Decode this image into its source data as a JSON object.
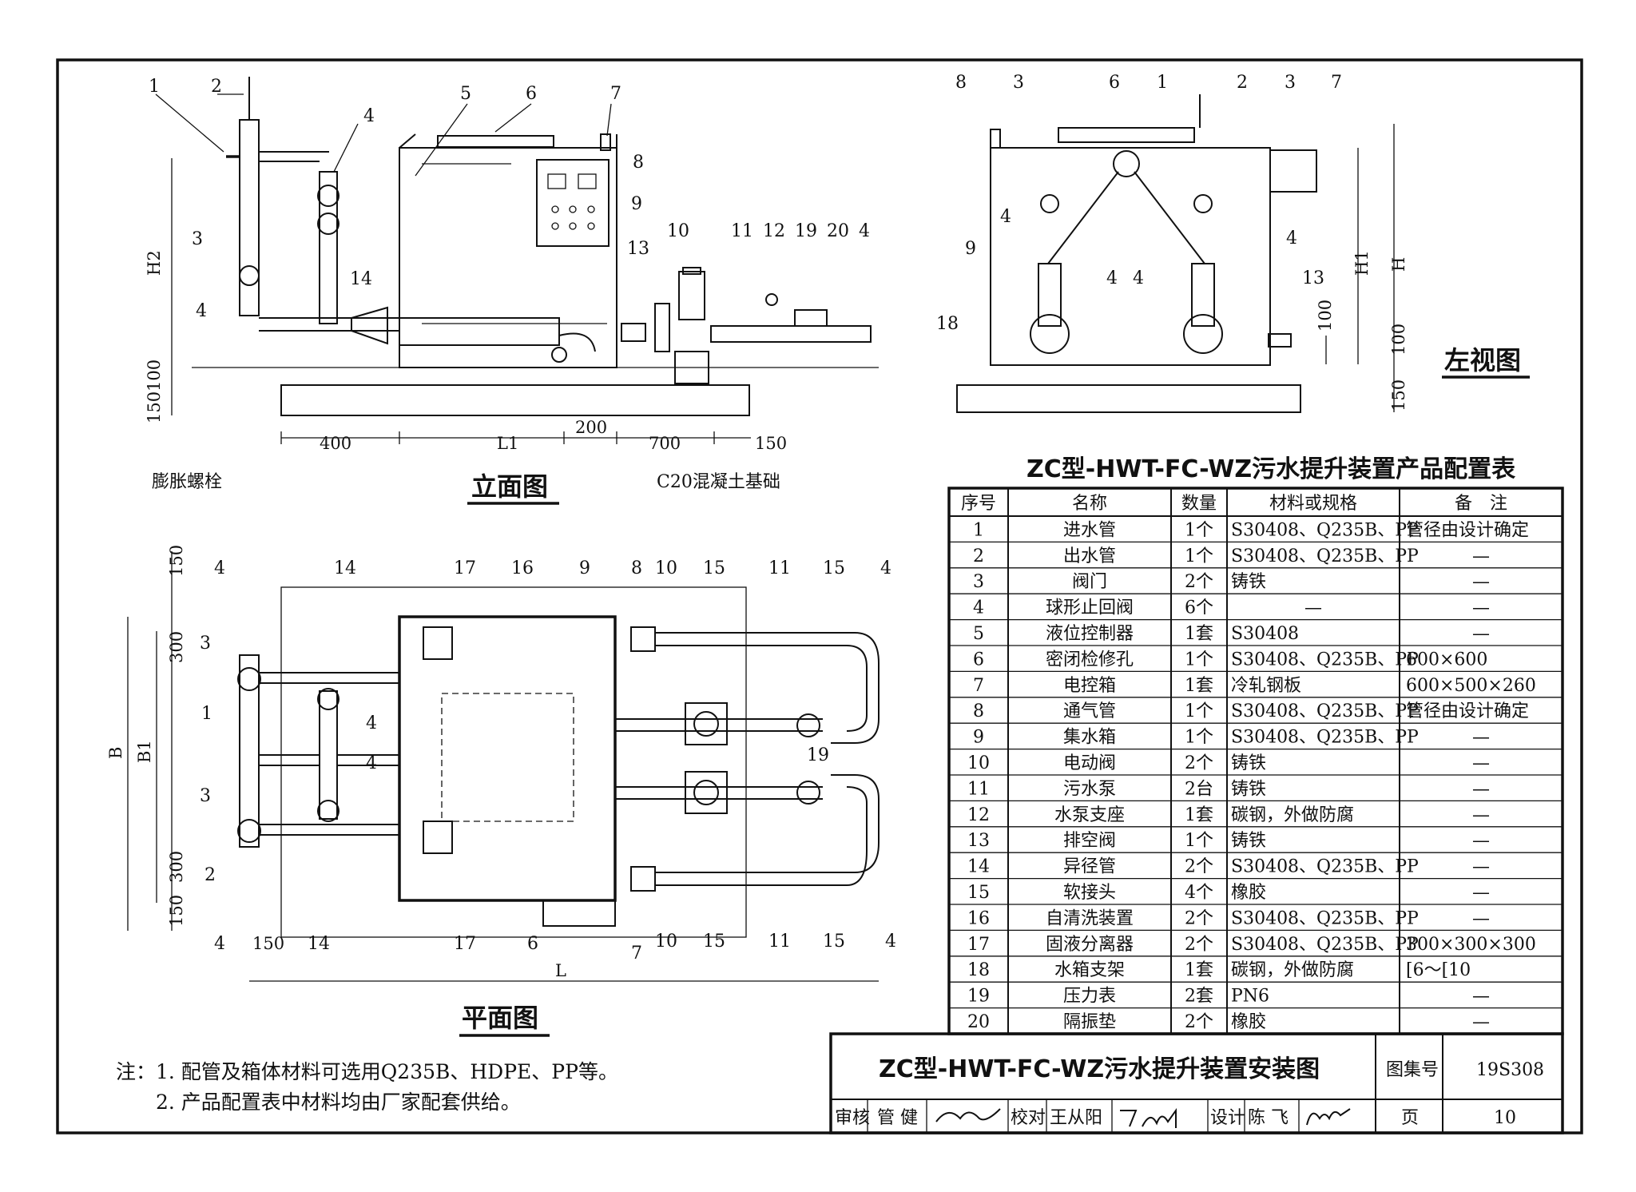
{
  "views": {
    "elevation": {
      "title": "立面图",
      "dims": [
        "H2",
        "100",
        "150",
        "400",
        "L1",
        "200",
        "700",
        "150"
      ],
      "labels": [
        "膨胀螺栓",
        "C20混凝土基础"
      ],
      "callouts": [
        "1",
        "2",
        "3",
        "4",
        "4",
        "5",
        "6",
        "7",
        "8",
        "9",
        "10",
        "11",
        "12",
        "19",
        "20",
        "4",
        "13",
        "14"
      ]
    },
    "side": {
      "title": "左视图",
      "dims": [
        "H1",
        "H",
        "100",
        "100",
        "150"
      ],
      "callouts": [
        "8",
        "3",
        "6",
        "1",
        "2",
        "3",
        "7",
        "4",
        "9",
        "4",
        "4",
        "4",
        "13",
        "18"
      ]
    },
    "plan": {
      "title": "平面图",
      "dims": [
        "150",
        "300",
        "B",
        "B1",
        "300",
        "150",
        "150",
        "L"
      ],
      "callouts_top": [
        "4",
        "14",
        "17",
        "16",
        "9",
        "8",
        "10",
        "15",
        "11",
        "15",
        "4"
      ],
      "callouts_left": [
        "3",
        "1",
        "3",
        "2",
        "4",
        "4",
        "19"
      ],
      "callouts_bottom": [
        "4",
        "14",
        "17",
        "6",
        "7",
        "10",
        "15",
        "11",
        "15",
        "4"
      ]
    }
  },
  "table": {
    "title": "ZC型-HWT-FC-WZ污水提升装置产品配置表",
    "headers": [
      "序号",
      "名称",
      "数量",
      "材料或规格",
      "备　注"
    ],
    "rows": [
      [
        "1",
        "进水管",
        "1个",
        "S30408、Q235B、PP",
        "管径由设计确定"
      ],
      [
        "2",
        "出水管",
        "1个",
        "S30408、Q235B、PP",
        "—"
      ],
      [
        "3",
        "阀门",
        "2个",
        "铸铁",
        "—"
      ],
      [
        "4",
        "球形止回阀",
        "6个",
        "—",
        "—"
      ],
      [
        "5",
        "液位控制器",
        "1套",
        "S30408",
        "—"
      ],
      [
        "6",
        "密闭检修孔",
        "1个",
        "S30408、Q235B、PP",
        "600×600"
      ],
      [
        "7",
        "电控箱",
        "1套",
        "冷轧钢板",
        "600×500×260"
      ],
      [
        "8",
        "通气管",
        "1个",
        "S30408、Q235B、PP",
        "管径由设计确定"
      ],
      [
        "9",
        "集水箱",
        "1个",
        "S30408、Q235B、PP",
        "—"
      ],
      [
        "10",
        "电动阀",
        "2个",
        "铸铁",
        "—"
      ],
      [
        "11",
        "污水泵",
        "2台",
        "铸铁",
        "—"
      ],
      [
        "12",
        "水泵支座",
        "1套",
        "碳钢，外做防腐",
        "—"
      ],
      [
        "13",
        "排空阀",
        "1个",
        "铸铁",
        "—"
      ],
      [
        "14",
        "异径管",
        "2个",
        "S30408、Q235B、PP",
        "—"
      ],
      [
        "15",
        "软接头",
        "4个",
        "橡胶",
        "—"
      ],
      [
        "16",
        "自清洗装置",
        "2个",
        "S30408、Q235B、PP",
        "—"
      ],
      [
        "17",
        "固液分离器",
        "2个",
        "S30408、Q235B、PP",
        "300×300×300"
      ],
      [
        "18",
        "水箱支架",
        "1套",
        "碳钢，外做防腐",
        "[6～[10"
      ],
      [
        "19",
        "压力表",
        "2套",
        "PN6",
        "—"
      ],
      [
        "20",
        "隔振垫",
        "2个",
        "橡胶",
        "—"
      ]
    ]
  },
  "notes": [
    "注：1. 配管及箱体材料可选用Q235B、HDPE、PP等。",
    "2. 产品配置表中材料均由厂家配套供给。"
  ],
  "titleblock": {
    "drawing_title": "ZC型-HWT-FC-WZ污水提升装置安装图",
    "atlas_label": "图集号",
    "atlas_no": "19S308",
    "page_label": "页",
    "page_no": "10",
    "review_label": "审核",
    "reviewer": "管 健",
    "check_label": "校对",
    "checker": "王从阳",
    "design_label": "设计",
    "designer": "陈 飞"
  }
}
